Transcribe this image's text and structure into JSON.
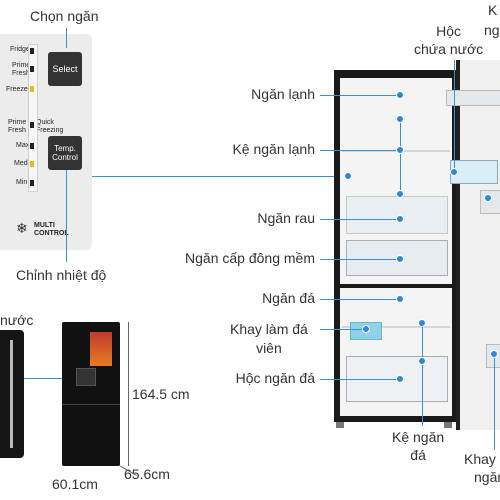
{
  "labels": {
    "chon_ngan": "Chọn ngăn",
    "chinh_nhiet_do": "Chỉnh nhiệt độ",
    "ngan_lanh": "Ngăn lạnh",
    "ke_ngan_lanh": "Kệ ngăn lạnh",
    "ngan_rau": "Ngăn rau",
    "ngan_cap_dong_mem": "Ngăn cấp đông mềm",
    "ngan_da": "Ngăn đá",
    "khay_lam_da_1": "Khay làm đá",
    "khay_lam_da_2": "viên",
    "hoc_ngan_da": "Hộc ngăn đá",
    "hoc_chua_nuoc_1": "Hộc",
    "hoc_chua_nuoc_2": "chứa nước",
    "ke_ngan_da_1": "Kệ ngăn",
    "ke_ngan_da_2": "đá",
    "top_right_1": "K",
    "top_right_2": "ng",
    "bottom_right_1": "Khay",
    "bottom_right_2": "ngăn",
    "nuoc_left": "nước"
  },
  "panel": {
    "modes": [
      "Fridge",
      "Prime Fresh",
      "Freezer",
      "Prime Fresh",
      "Max",
      "Med",
      "Min"
    ],
    "quick_freezing": "Quick Freezing",
    "select_button": "Select",
    "temp_button_1": "Temp.",
    "temp_button_2": "Control",
    "multi_control_1": "MULTI",
    "multi_control_2": "CONTROL"
  },
  "dimensions": {
    "height": "164.5 cm",
    "depth": "65.6cm",
    "width": "60.1cm"
  },
  "colors": {
    "leader_line": "#3d8fd8",
    "dot": "#2e86de",
    "panel_bg": "#ebebeb",
    "fridge_body": "#1a1a1a"
  }
}
